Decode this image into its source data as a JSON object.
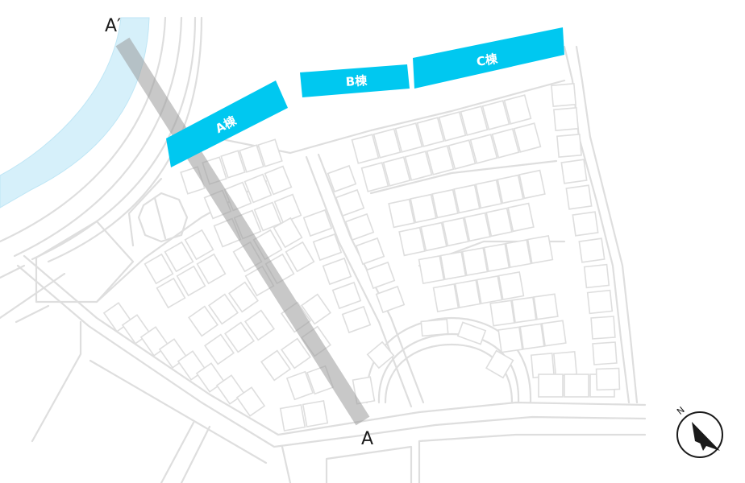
{
  "map": {
    "buildings": [
      {
        "id": "a",
        "label": "A棟"
      },
      {
        "id": "b",
        "label": "B棟"
      },
      {
        "id": "c",
        "label": "C棟"
      }
    ],
    "section_line": {
      "start_label": "A",
      "end_label": "A′"
    },
    "compass": {
      "label": "N",
      "icon": "north-arrow-icon"
    },
    "colors": {
      "building": "#00c8f0",
      "water": "#d6f0fa",
      "roads": "#dedede",
      "section_line": "#9a9a9a"
    }
  }
}
